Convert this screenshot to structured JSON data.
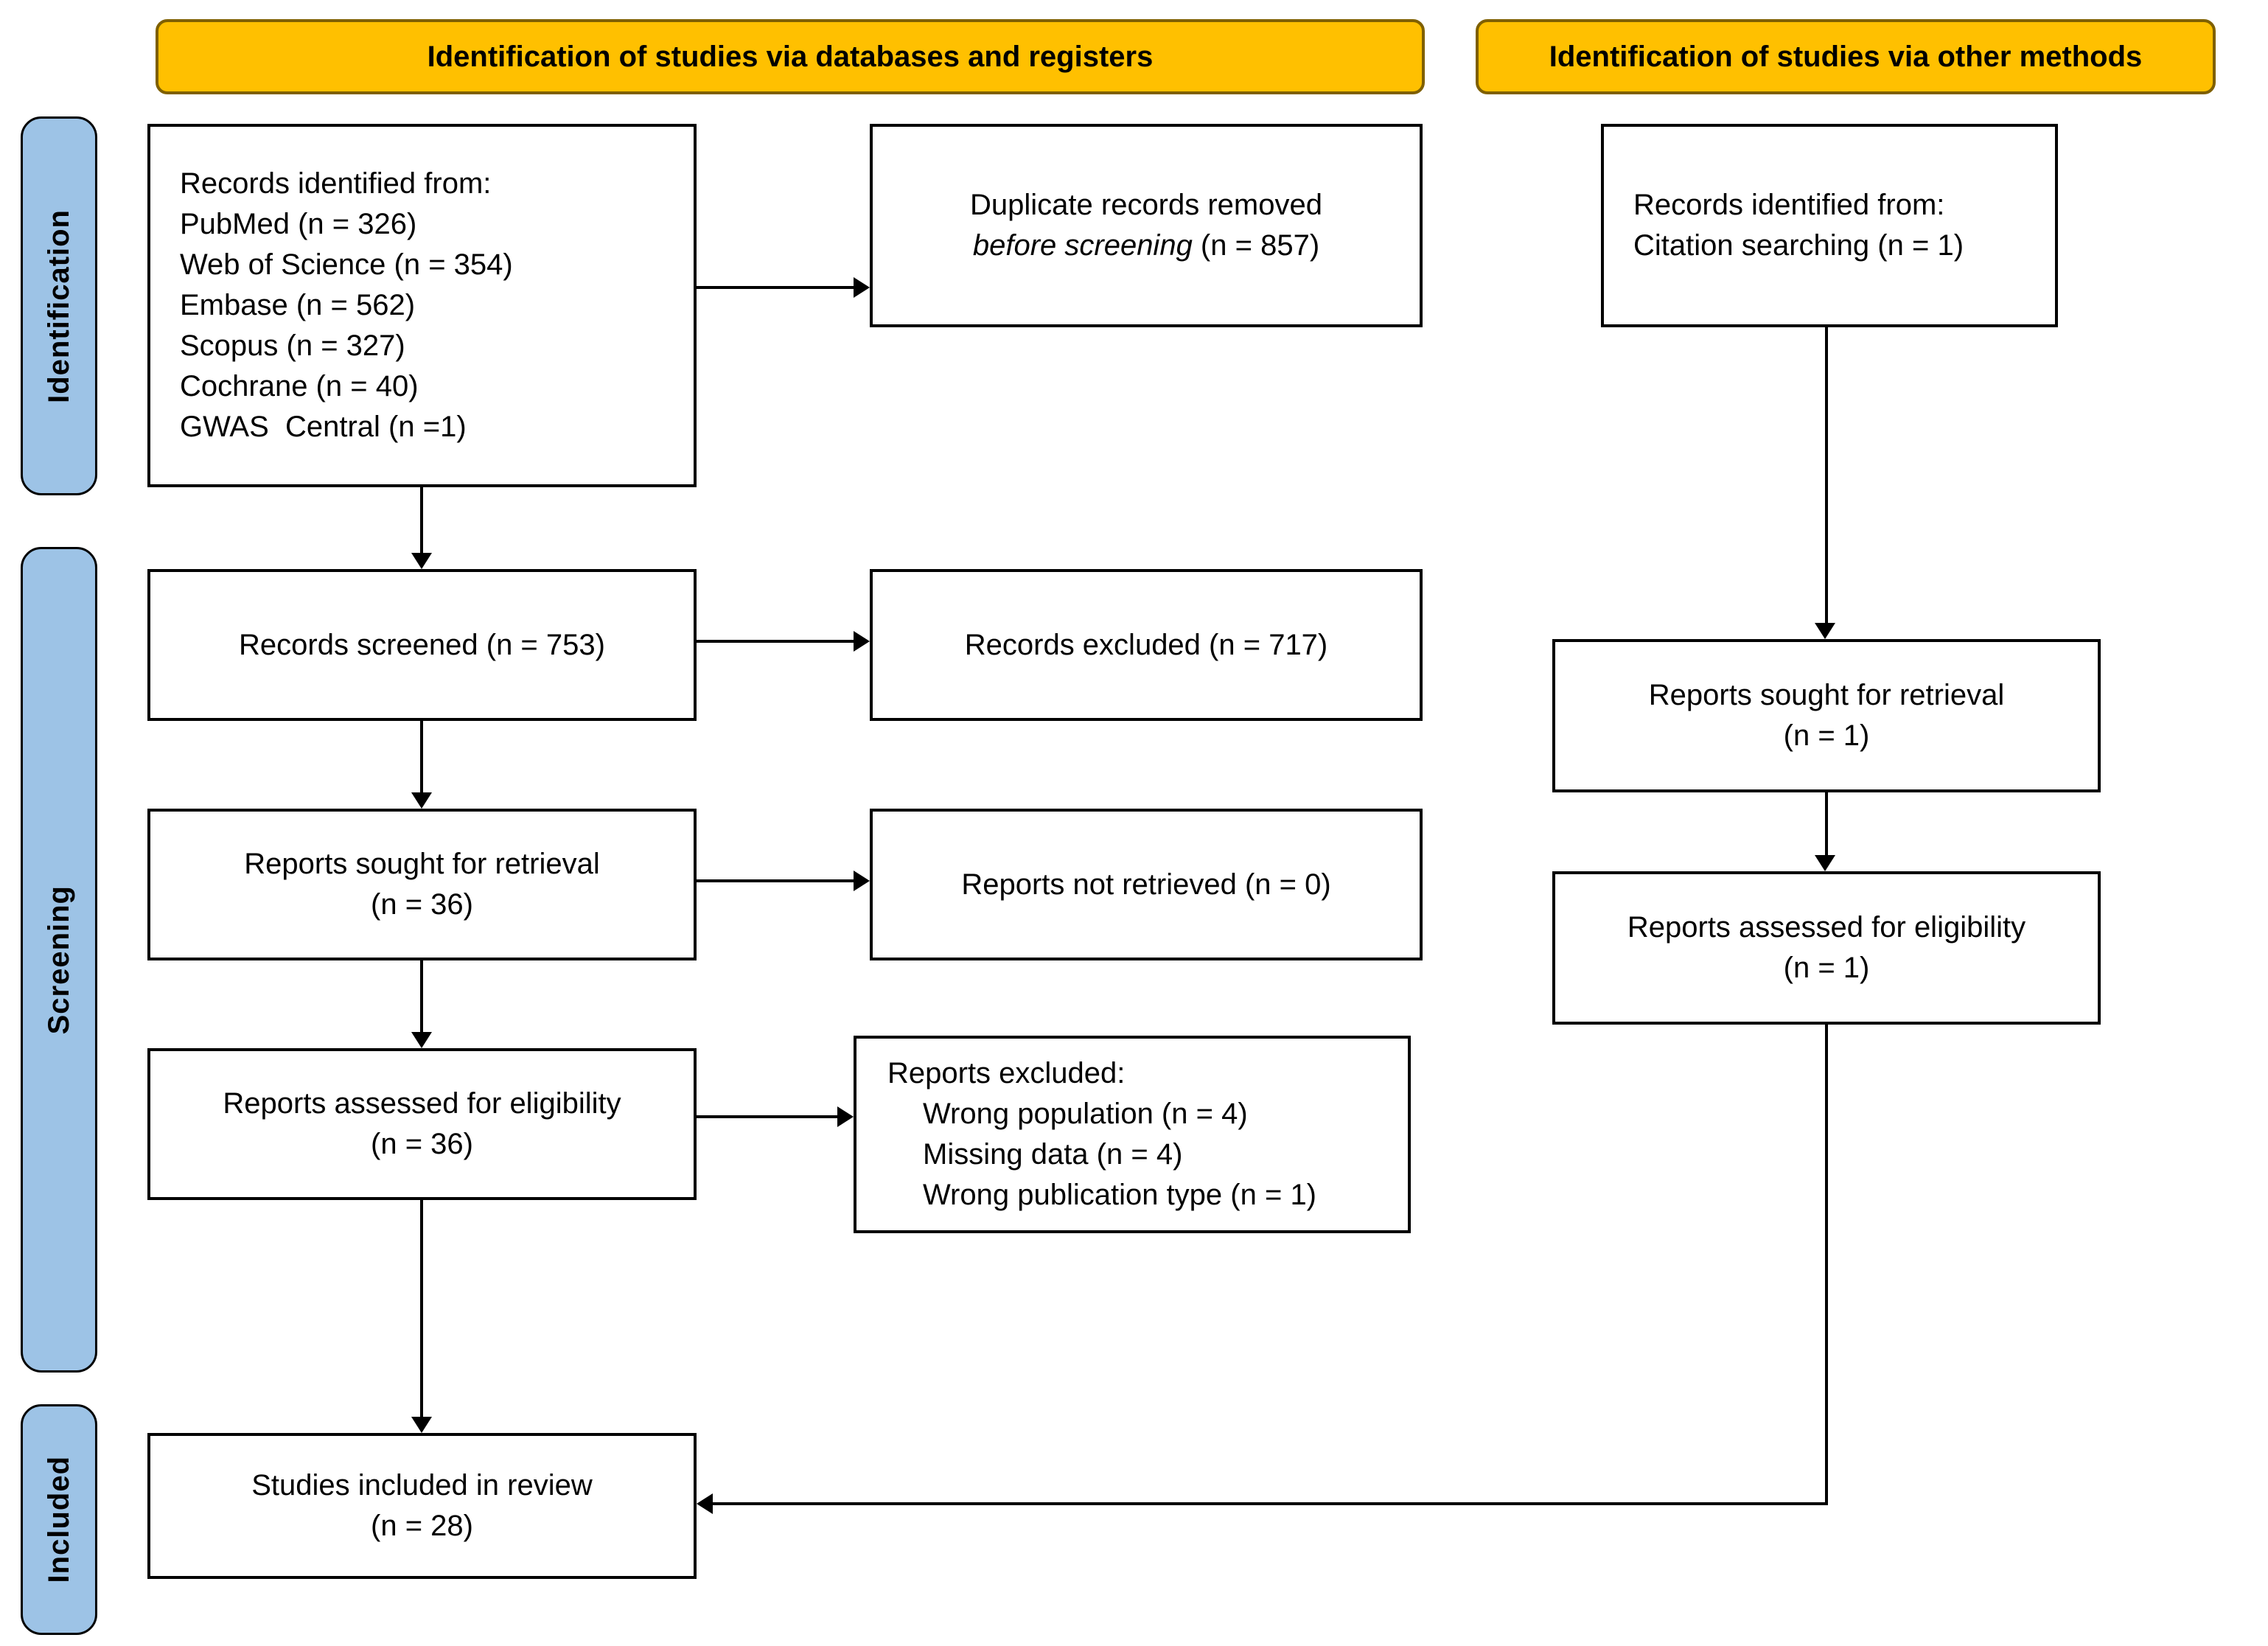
{
  "headers": {
    "databases": "Identification of studies via databases and registers",
    "other": "Identification of studies via other methods"
  },
  "stage_labels": {
    "identification": "Identification",
    "screening": "Screening",
    "included": "Included"
  },
  "colors": {
    "header_bg": "#FFC000",
    "header_border": "#7F6000",
    "stage_bg": "#9DC3E6",
    "box_bg": "#FFFFFF",
    "box_border": "#000000",
    "arrow": "#000000"
  },
  "boxes": {
    "records_identified_databases": {
      "lines": [
        "Records identified from:",
        "PubMed (n = 326)",
        "Web of Science (n = 354)",
        "Embase (n = 562)",
        "Scopus (n = 327)",
        "Cochrane (n = 40)",
        "GWAS  Central (n =1)"
      ]
    },
    "duplicates_removed": {
      "line1": "Duplicate records removed",
      "line2_italic": "before screening",
      "line2_rest": " (n = 857)"
    },
    "records_identified_other": {
      "lines": [
        "Records identified from:",
        "Citation searching (n = 1)"
      ]
    },
    "records_screened": {
      "line1": "Records screened (n = 753)"
    },
    "records_excluded": {
      "line1": "Records excluded (n = 717)"
    },
    "reports_sought_databases": {
      "line1": "Reports sought for retrieval",
      "line2": "(n = 36)"
    },
    "reports_not_retrieved": {
      "line1": "Reports not retrieved (n = 0)"
    },
    "reports_assessed_databases": {
      "line1": "Reports assessed for eligibility",
      "line2": "(n = 36)"
    },
    "reports_excluded": {
      "title": "Reports excluded:",
      "reasons": [
        "Wrong population (n = 4)",
        "Missing data (n = 4)",
        "Wrong publication type (n = 1)"
      ]
    },
    "reports_sought_other": {
      "line1": "Reports sought for retrieval",
      "line2": "(n = 1)"
    },
    "reports_assessed_other": {
      "line1": "Reports assessed for eligibility",
      "line2": "(n = 1)"
    },
    "studies_included": {
      "line1": "Studies included in review",
      "line2": "(n = 28)"
    }
  }
}
